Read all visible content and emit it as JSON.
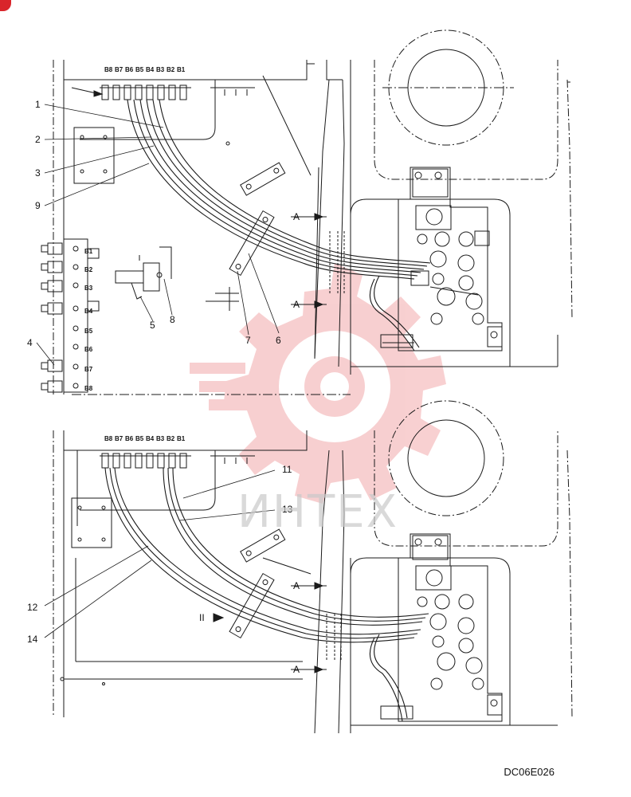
{
  "diagram": {
    "port_labels": [
      "B8",
      "B7",
      "B6",
      "B5",
      "B4",
      "B3",
      "B2",
      "B1"
    ],
    "manifold_port_labels": [
      "B1",
      "B2",
      "B3",
      "B4",
      "B5",
      "B6",
      "B7",
      "B8"
    ],
    "section_marker": "A",
    "arrow_marker": "II",
    "callouts_top": [
      "1",
      "2",
      "3",
      "9",
      "4",
      "5",
      "8",
      "7",
      "6"
    ],
    "callouts_bottom": [
      "11",
      "13",
      "12",
      "14"
    ],
    "drawing_id": "DC06E026"
  },
  "watermark": {
    "text": "ИНТЕХ",
    "color": "#e8383d"
  },
  "colors": {
    "line": "#1a1a1a",
    "watermark_gear": "#f2b3b5"
  }
}
